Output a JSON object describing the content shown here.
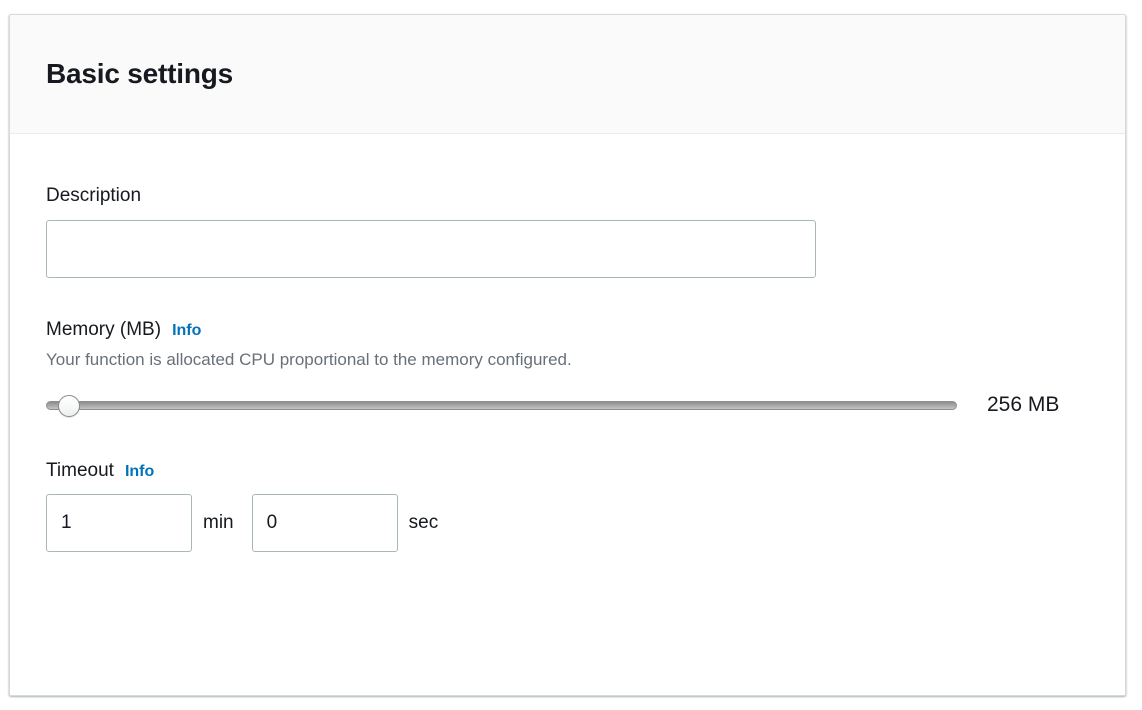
{
  "card": {
    "title": "Basic settings"
  },
  "description": {
    "label": "Description",
    "value": "",
    "placeholder": ""
  },
  "memory": {
    "label": "Memory (MB)",
    "info_label": "Info",
    "help_text": "Your function is allocated CPU proportional to the memory configured.",
    "value": 256,
    "value_display": "256 MB",
    "min": 128,
    "max": 10240,
    "step": 1
  },
  "timeout": {
    "label": "Timeout",
    "info_label": "Info",
    "minutes_value": "1",
    "minutes_unit": "min",
    "seconds_value": "0",
    "seconds_unit": "sec"
  },
  "colors": {
    "accent_link": "#0073bb",
    "text_primary": "#16191f",
    "text_secondary": "#687078",
    "input_border": "#aab7b8",
    "card_border": "#d5dbdb",
    "header_bg": "#fafafa"
  }
}
